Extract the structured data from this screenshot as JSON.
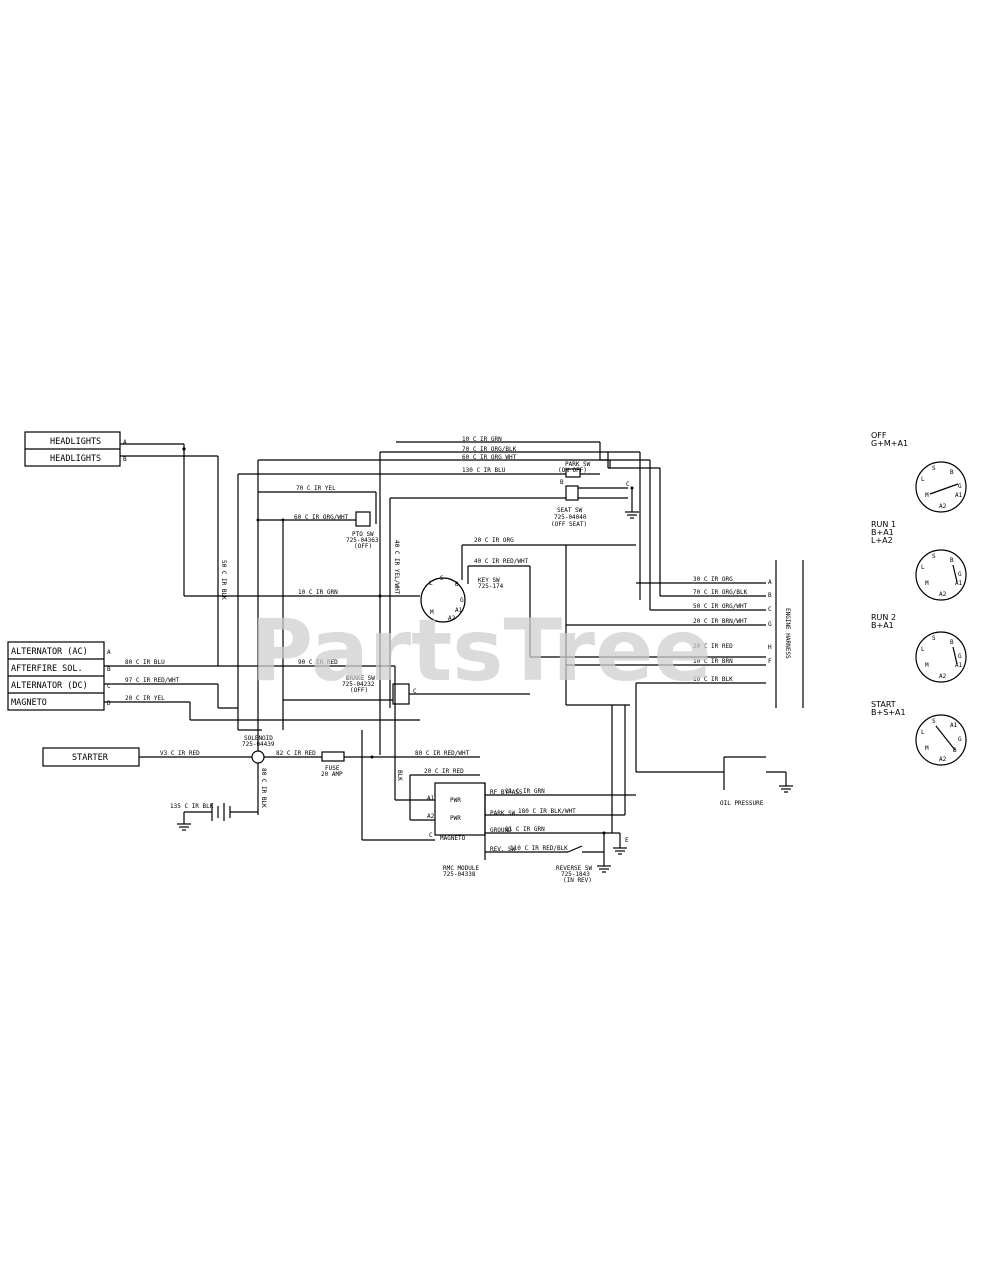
{
  "watermark": "PartsTree",
  "left_labels": {
    "headlights_1": "HEADLIGHTS",
    "headlights_2": "HEADLIGHTS",
    "alt_ac": "ALTERNATOR (AC)",
    "afterfire": "AFTERFIRE SOL.",
    "alt_dc": "ALTERNATOR (DC)",
    "magneto": "MAGNETO",
    "starter": "STARTER"
  },
  "pins": {
    "hl_a": "A",
    "hl_b": "B",
    "alt_a": "A",
    "alt_b": "B",
    "alt_c": "C",
    "alt_d": "D",
    "conn_a": "A",
    "conn_b": "B",
    "conn_c": "C",
    "conn_g": "G",
    "conn_h": "H",
    "conn_e": "E",
    "conn_f": "F"
  },
  "wires": {
    "top_1": "10 C IR GRN",
    "top_2": "70 C IR ORG/BLK",
    "top_3": "60 C IR ORG WHT",
    "top_4": "130 C IR BLU",
    "w_yel": "70 C IR YEL",
    "w_orgwht": "60 C IR ORG/WHT",
    "w_blk_vert": "50 C IR BLK",
    "w_yelwht_vert": "40 C IR YEL/WHT",
    "w_org": "20 C IR ORG",
    "w_redwht": "40 C IR RED/WHT",
    "w_grn": "10 C IR GRN",
    "w_red": "90 C IR RED",
    "w_blu": "80 C IR BLU",
    "w_redwht2": "97 C IR RED/WHT",
    "w_yel2": "20 C IR YEL",
    "w_red_starter": "V3 C IR RED",
    "w_red_fuse": "82 C IR RED",
    "w_redwht3": "80 C IR RED/WHT",
    "w_red3": "20 C IR RED",
    "w_blk_bat": "135 C IR BLK",
    "w_vert_blk": "BLK",
    "w_vert_bat": "80 C IR BLK",
    "r_org": "30 C IR ORG",
    "r_orgblk": "70 C IR ORG/BLK",
    "r_orgwht": "50 C IR ORG/WHT",
    "r_brnwht": "20 C IR BRN/WHT",
    "r_red": "20 C IR RED",
    "r_brn": "10 C IR BRN",
    "r_blk": "10 C IR BLK",
    "m_grn": "11 C IR GRN",
    "m_blkwht": "180 C IR BLK/WHT",
    "m_grn2": "11 C IR GRN",
    "m_redblk": "110 C IR RED/BLK"
  },
  "components": {
    "park_sw": "PARK SW",
    "park_sw_part": "(ON OFF)",
    "seat_sw": "SEAT SW",
    "seat_sw_part": "725-04040",
    "seat_sw_state": "(OFF SEAT)",
    "pto_sw": "PTO SW",
    "pto_sw_part": "725-04363",
    "pto_sw_state": "(OFF)",
    "key_sw": "KEY SW",
    "key_sw_part": "725-174",
    "brake_sw": "BRAKE SW",
    "brake_sw_part": "725-04232",
    "brake_sw_state": "(OFF)",
    "solenoid": "SOLENOID",
    "solenoid_part": "725-04439",
    "fuse": "FUSE",
    "fuse_rating": "20 AMP",
    "engine_harness": "ENGINE HARNESS",
    "oil_pressure": "OIL PRESSURE",
    "reverse_sw": "REVERSE SW",
    "reverse_sw_part": "725-1843",
    "reverse_sw_state": "(IN REV)",
    "rmc_module": "RMC MODULE",
    "rmc_part": "725-04338"
  },
  "module_rows": {
    "a1": "A1",
    "a1_label": "PWR",
    "a2": "A2",
    "a2_label": "PWR",
    "c": "C",
    "c_label": "MAGNETO",
    "r1": "RF BYPASS",
    "r2": "PARK SW",
    "r3": "GROUND",
    "r4": "REV. SW"
  },
  "key_terminals": {
    "s": "S",
    "b": "B",
    "g": "G",
    "l": "L",
    "m": "M",
    "a1": "A1",
    "a2": "A2"
  },
  "switch_states": [
    {
      "title": "OFF",
      "combo": "G+M+A1"
    },
    {
      "title": "RUN 1",
      "combo": "B+A1",
      "combo2": "L+A2"
    },
    {
      "title": "RUN 2",
      "combo": "B+A1"
    },
    {
      "title": "START",
      "combo": "B+S+A1"
    }
  ]
}
